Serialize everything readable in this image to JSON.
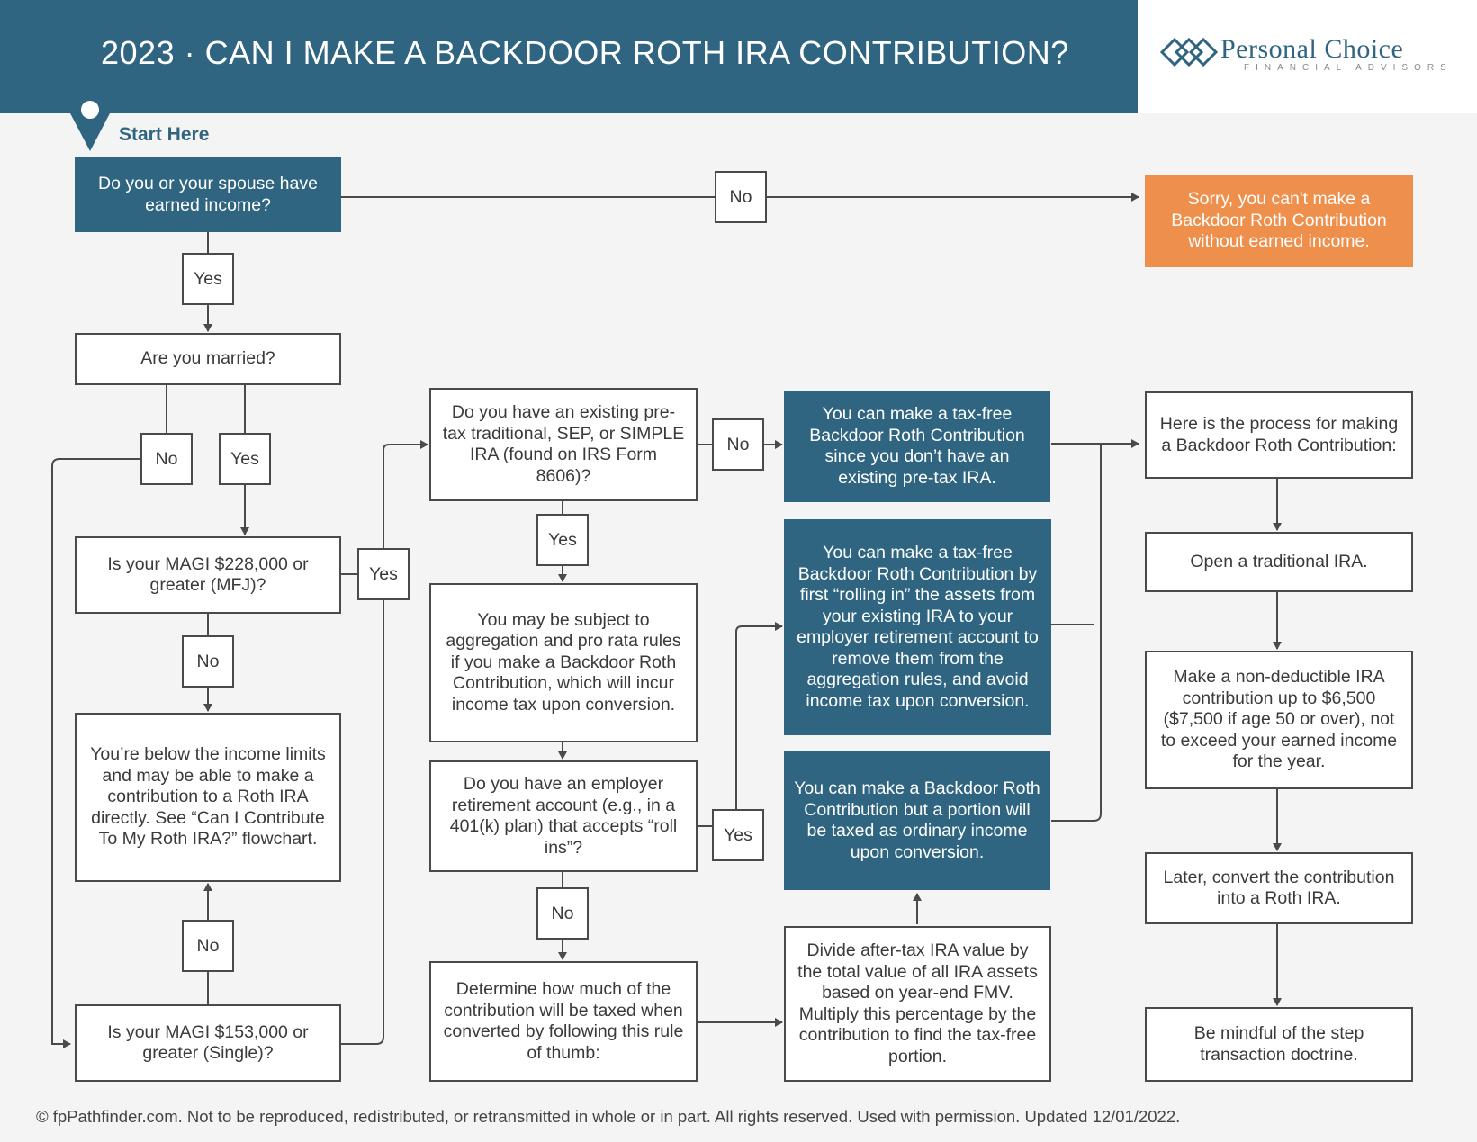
{
  "header": {
    "title": "2023 · CAN I MAKE A BACKDOOR ROTH IRA CONTRIBUTION?"
  },
  "logo": {
    "name": "Personal Choice",
    "subtitle": "FINANCIAL ADVISORS"
  },
  "start": {
    "label": "Start Here"
  },
  "nodes": {
    "earned_income": "Do you or your spouse have earned income?",
    "sorry": "Sorry, you can't make a Backdoor Roth Contribution without earned income.",
    "married": "Are you married?",
    "magi_mfj": "Is your MAGI $228,000 or greater (MFJ)?",
    "below_limits": "You’re below the income limits and may be able to make a contribution to a Roth IRA directly. See “Can I Contribute To My Roth IRA?” flowchart.",
    "magi_single": "Is your MAGI $153,000 or greater (Single)?",
    "existing_ira": "Do you have an existing pre-tax traditional, SEP, or SIMPLE IRA (found on IRS Form 8606)?",
    "aggregation": "You may be subject to aggregation and pro rata rules if you make a Backdoor Roth Contribution, which will incur income tax upon conversion.",
    "employer_plan": "Do you have an employer retirement account (e.g., in a 401(k) plan) that accepts “roll ins”?",
    "rule_of_thumb": "Determine how much of the contribution will be taxed when converted by following this rule of thumb:",
    "tax_free_no_ira": "You can make a tax-free Backdoor Roth Contribution since you don’t have an existing pre-tax IRA.",
    "tax_free_roll_in": "You can make a tax-free Backdoor Roth Contribution by first “rolling in” the assets from your existing IRA to your employer retirement account to remove them from the aggregation rules, and avoid income tax upon conversion.",
    "partially_taxed": "You can make a Backdoor Roth Contribution but a portion will be taxed as ordinary income upon conversion.",
    "divide": "Divide after-tax IRA value by the total value of all IRA assets based on year-end FMV. Multiply this percentage by the contribution to find the tax-free portion.",
    "process": "Here is the process for making a Backdoor Roth Contribution:",
    "open_ira": "Open a traditional IRA.",
    "contribute": "Make a non-deductible IRA contribution up to $6,500 ($7,500 if age 50 or over), not to exceed your earned income for the year.",
    "convert": "Later, convert the contribution into a Roth IRA.",
    "step_doctrine": "Be mindful of the step transaction doctrine."
  },
  "labels": {
    "yes": "Yes",
    "no": "No"
  },
  "colors": {
    "primary": "#2f6581",
    "accent": "#ef8f4c",
    "line": "#4a4a4a"
  },
  "footer": "© fpPathfinder.com. Not to be reproduced, redistributed, or retransmitted in whole or in part. All rights reserved. Used with permission. Updated 12/01/2022."
}
